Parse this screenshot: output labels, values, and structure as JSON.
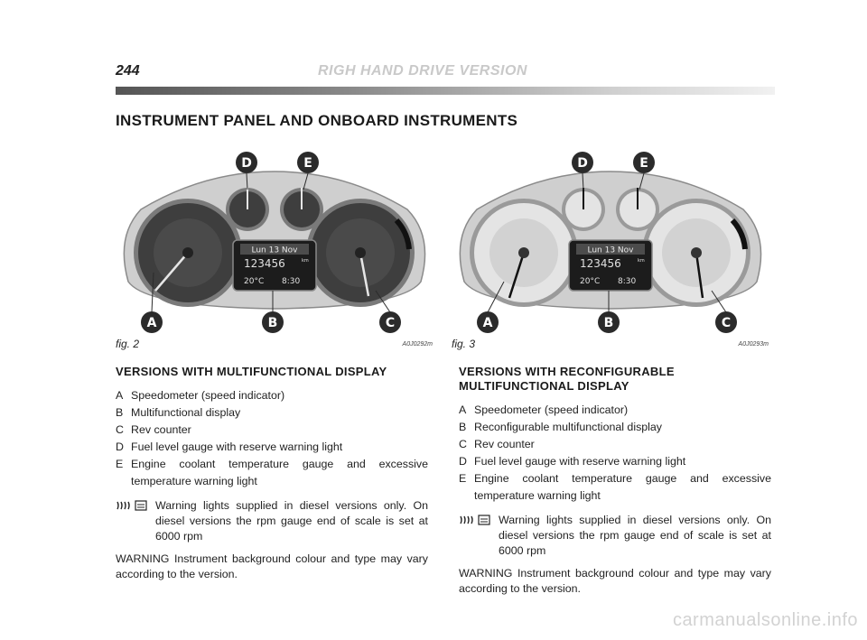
{
  "header": {
    "page_number": "244",
    "section_title": "RIGH HAND DRIVE VERSION"
  },
  "title": "INSTRUMENT PANEL AND ONBOARD INSTRUMENTS",
  "figures": [
    {
      "label": "fig. 2",
      "code": "A0J0292m",
      "callouts": {
        "a": "A",
        "b": "B",
        "c": "C",
        "d": "D",
        "e": "E"
      },
      "display": {
        "date": "Lun 13 Nov",
        "odometer": "123456",
        "unit": "km",
        "temperature": "20°C",
        "time": "8:30"
      }
    },
    {
      "label": "fig. 3",
      "code": "A0J0293m",
      "callouts": {
        "a": "A",
        "b": "B",
        "c": "C",
        "d": "D",
        "e": "E"
      },
      "display": {
        "date": "Lun 13 Nov",
        "odometer": "123456",
        "unit": "km",
        "temperature": "20°C",
        "time": "8:30"
      }
    }
  ],
  "left_column": {
    "heading": "VERSIONS WITH MULTIFUNCTIONAL DISPLAY",
    "items": [
      {
        "letter": "A",
        "text": "Speedometer (speed indicator)"
      },
      {
        "letter": "B",
        "text": "Multifunctional display"
      },
      {
        "letter": "C",
        "text": "Rev counter"
      },
      {
        "letter": "D",
        "text": "Fuel level gauge with reserve warning light"
      },
      {
        "letter": "E",
        "text": "Engine coolant temperature gauge and excessive temperature warning light"
      }
    ],
    "note": "Warning lights supplied in diesel versions only. On diesel versions the rpm gauge end of scale is set at 6000 rpm",
    "warning": "WARNING Instrument background colour and type may vary according to the version."
  },
  "right_column": {
    "heading": "VERSIONS WITH RECONFIGURABLE MULTIFUNCTIONAL DISPLAY",
    "items": [
      {
        "letter": "A",
        "text": "Speedometer (speed indicator)"
      },
      {
        "letter": "B",
        "text": "Reconfigurable multifunctional display"
      },
      {
        "letter": "C",
        "text": "Rev counter"
      },
      {
        "letter": "D",
        "text": "Fuel level gauge with reserve warning light"
      },
      {
        "letter": "E",
        "text": "Engine coolant temperature gauge and excessive temperature warning light"
      }
    ],
    "note": "Warning lights supplied in diesel versions only. On diesel versions the rpm gauge end of scale is set at 6000 rpm",
    "warning": "WARNING Instrument background colour and type may vary according to the version."
  },
  "watermark": "carmanualsonline.info",
  "colors": {
    "callout": "#2b2b2b",
    "panel": "#c9c9c9",
    "gauge_face": "#3e3e3e",
    "lcd": "#1c1c1c"
  }
}
